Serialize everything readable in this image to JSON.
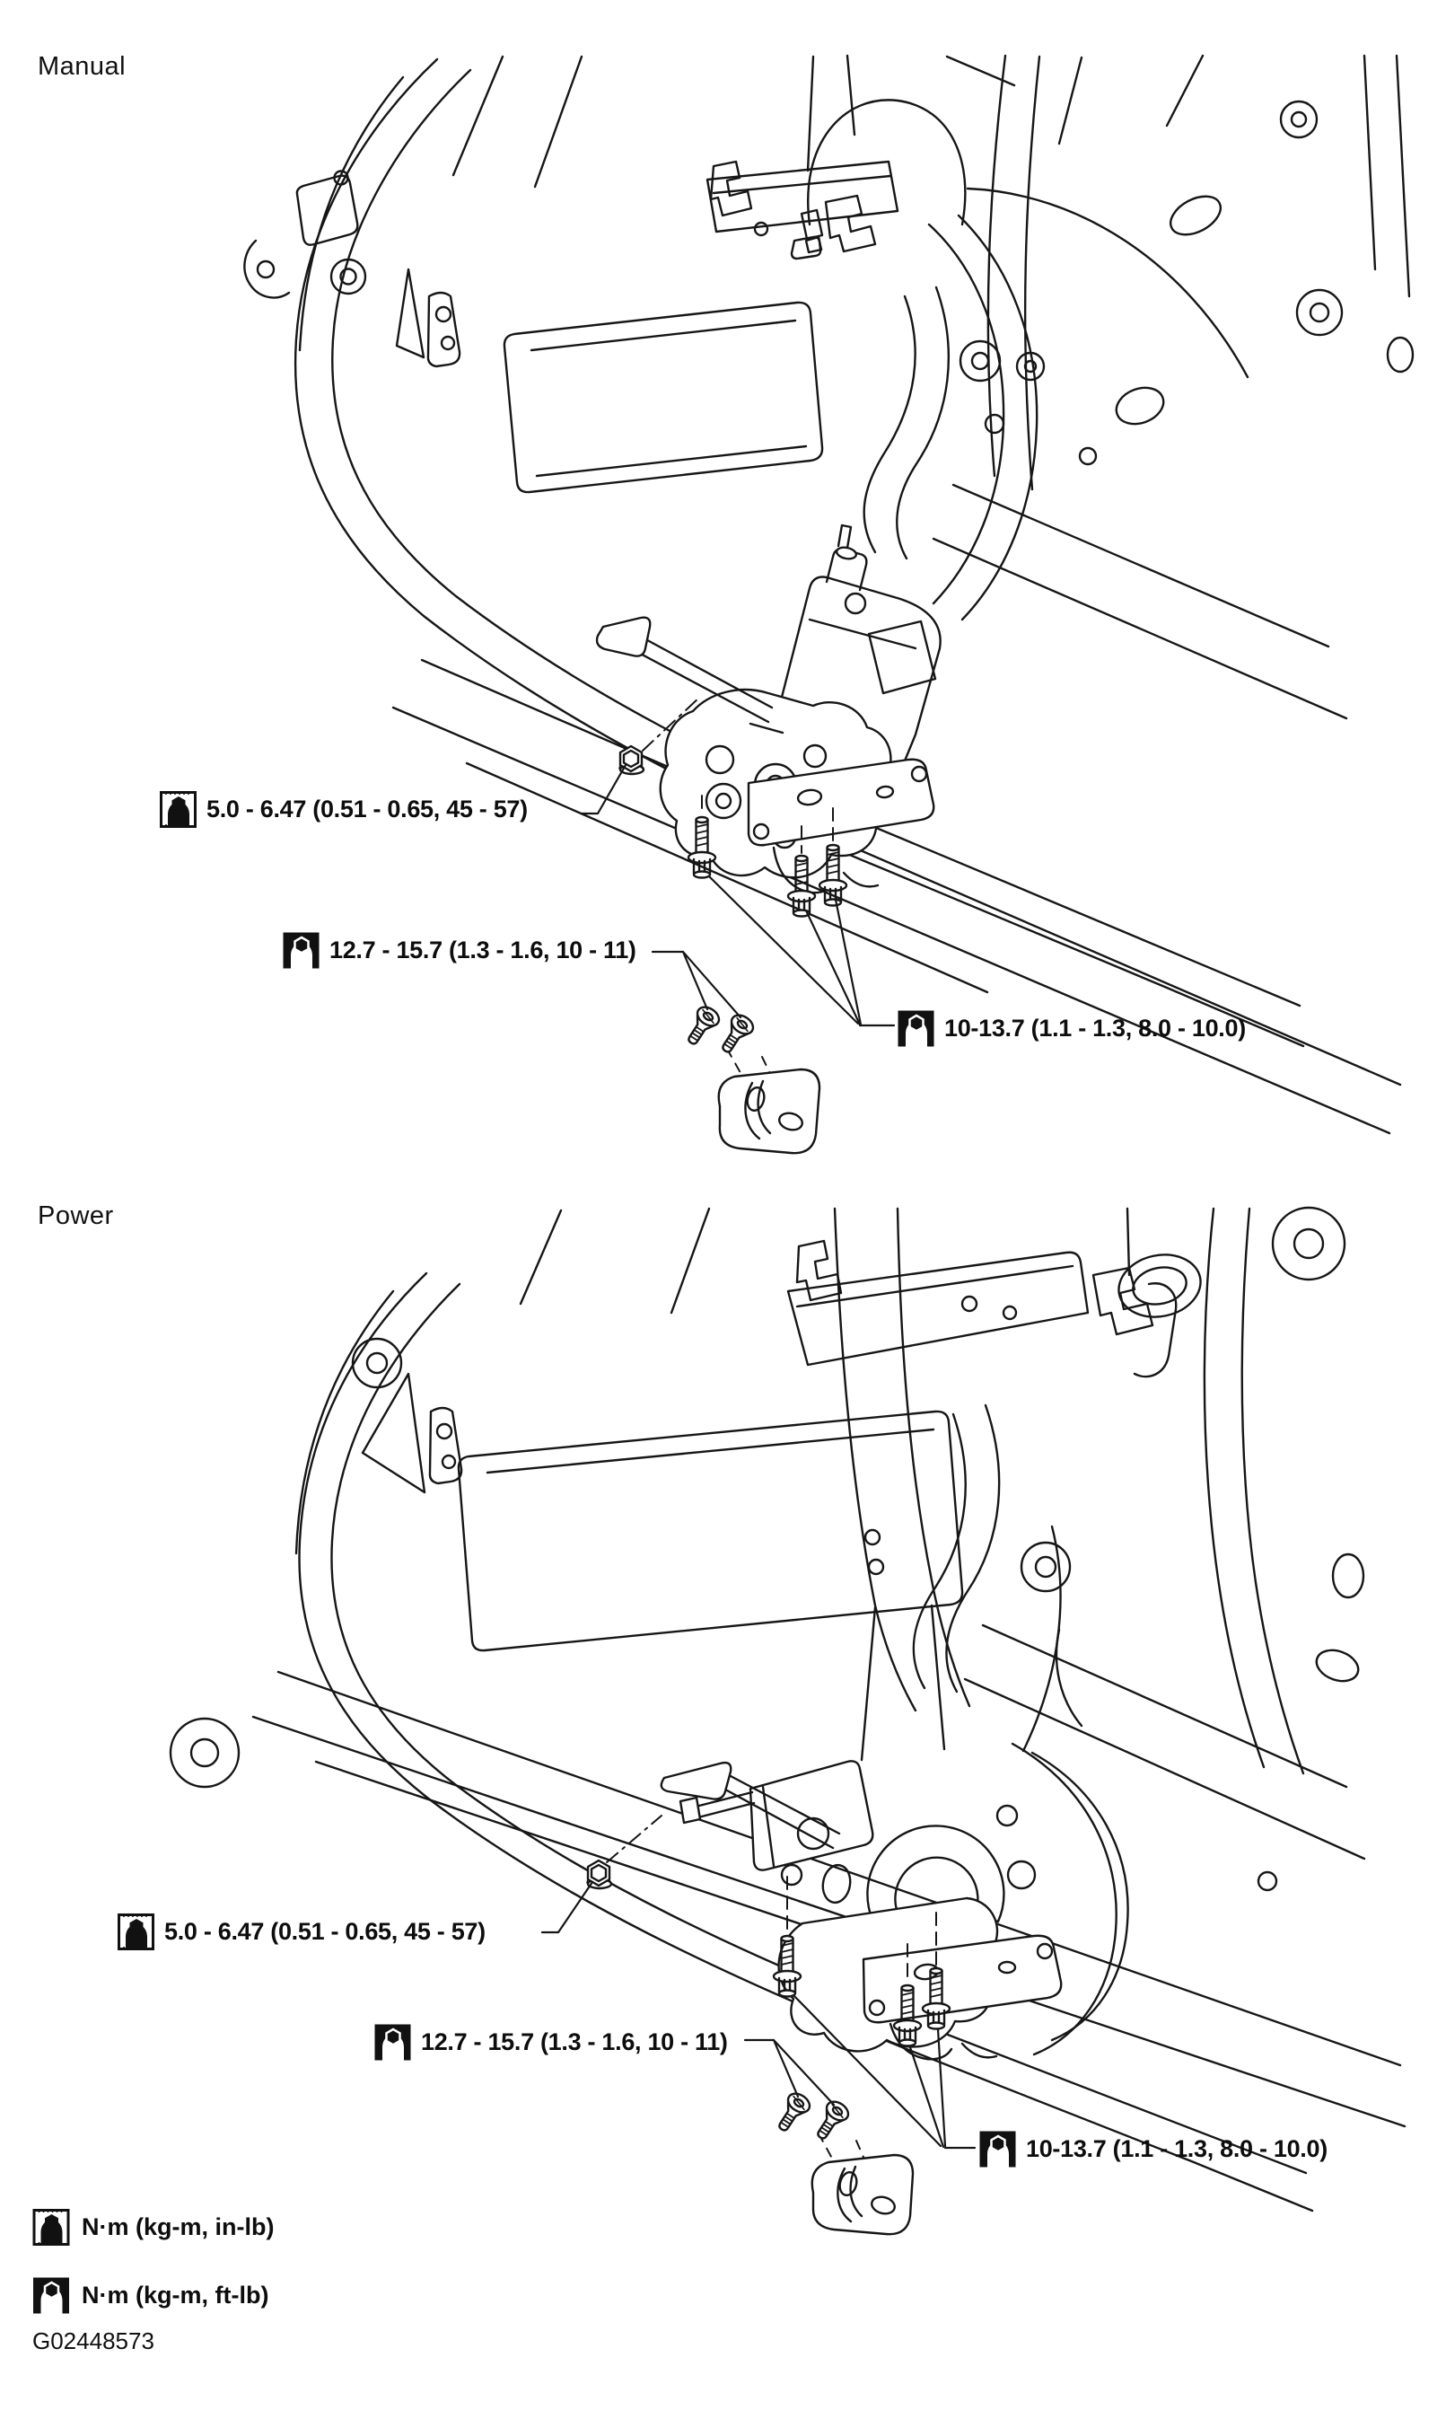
{
  "page": {
    "paper_color": "#ffffff",
    "ink_color": "#161616"
  },
  "sections": {
    "manual": {
      "title": "Manual",
      "callouts": [
        {
          "icon": "torque-wrench-inlb-icon",
          "text": "5.0 - 6.47 (0.51 - 0.65, 45 - 57)"
        },
        {
          "icon": "torque-wrench-ftlb-icon",
          "text": "12.7 - 15.7 (1.3 - 1.6, 10 - 11)"
        },
        {
          "icon": "torque-wrench-ftlb-icon",
          "text": "10-13.7 (1.1 - 1.3, 8.0 - 10.0)"
        }
      ]
    },
    "power": {
      "title": "Power",
      "callouts": [
        {
          "icon": "torque-wrench-inlb-icon",
          "text": "5.0 - 6.47 (0.51 - 0.65, 45 - 57)"
        },
        {
          "icon": "torque-wrench-ftlb-icon",
          "text": "12.7 - 15.7 (1.3 - 1.6, 10 - 11)"
        },
        {
          "icon": "torque-wrench-ftlb-icon",
          "text": "10-13.7 (1.1 - 1.3, 8.0 - 10.0)"
        }
      ]
    }
  },
  "legend": {
    "items": [
      {
        "icon": "torque-wrench-inlb-icon",
        "label": "N·m (kg-m, in-lb)"
      },
      {
        "icon": "torque-wrench-ftlb-icon",
        "label": "N·m (kg-m, ft-lb)"
      }
    ]
  },
  "figure_id": "G02448573"
}
